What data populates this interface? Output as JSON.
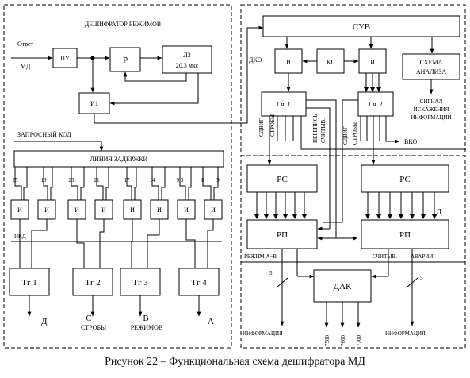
{
  "left_panel": {
    "title": "ДЕШИФРАТОР  РЕЖИМОВ",
    "otvet_line1": "Ответ",
    "otvet_line2": "МД",
    "pu": "ПУ",
    "r": "Р",
    "lz_line1": "ЛЗ",
    "lz_line2": "20,3 мкс",
    "i1": "И1",
    "zaprosny_kod": "ЗАПРОСНЫЙ  КОД",
    "delay_line": "ЛИНИЯ   ЗАДЕРЖКИ",
    "taps": [
      "25",
      "19",
      "23",
      "21",
      "17",
      "14",
      "9,5",
      "8",
      "9"
    ],
    "and_gates": [
      "И",
      "И",
      "И",
      "И",
      "И",
      "И",
      "И",
      "И"
    ],
    "ikd": "ИКД",
    "triggers": [
      "Тг 1",
      "Тг 2",
      "Тг 3",
      "Тг 4"
    ],
    "out_d": "Д",
    "out_c": "С",
    "out_strobes": "СТРОБЫ",
    "out_b": "В",
    "out_modes": "РЕЖИМОВ",
    "out_a": "А"
  },
  "right_panel": {
    "suv": "СУВ",
    "dko": "ДКО",
    "and_left": "И",
    "kg": "КГ",
    "and_right": "И",
    "analysis_line1": "СХЕМА",
    "analysis_line2": "АНАЛИЗА",
    "signal_line1": "СИГНАЛ",
    "signal_line2": "ИСКАЖЕНИЯ",
    "signal_line3": "ИНФОРМАЦИИ",
    "sch1": "Сч. 1",
    "sch2": "Сч. 2",
    "sdvig_l": "СДВИГ",
    "stroby_l": "СТРОБЫ",
    "perepis": "ПЕРЕПИСЬ",
    "schityv_v": "СЧИТЫВ.",
    "sdvig_r": "СДВИГ",
    "stroby_r": "СТРОБЫ",
    "vko": "ВКО",
    "rs_left": "РС",
    "rs_right": "РС",
    "d_mark": "Д",
    "rp_left": "РП",
    "rp_right": "РП",
    "rezhim": "РЕЖИМ  А÷В",
    "schityv": "СЧИТЫВ.",
    "avarii": "АВАРИИ",
    "bus_left": "5",
    "bus_right": "5",
    "dak": "ДАК",
    "info_left": "ИНФОРМАЦИЯ",
    "info_right": "ИНФОРМАЦИЯ",
    "codes": [
      "7500",
      "7600",
      "7700"
    ]
  },
  "caption": "Рисунок 22 – Функциональная схема дешифратора МД"
}
